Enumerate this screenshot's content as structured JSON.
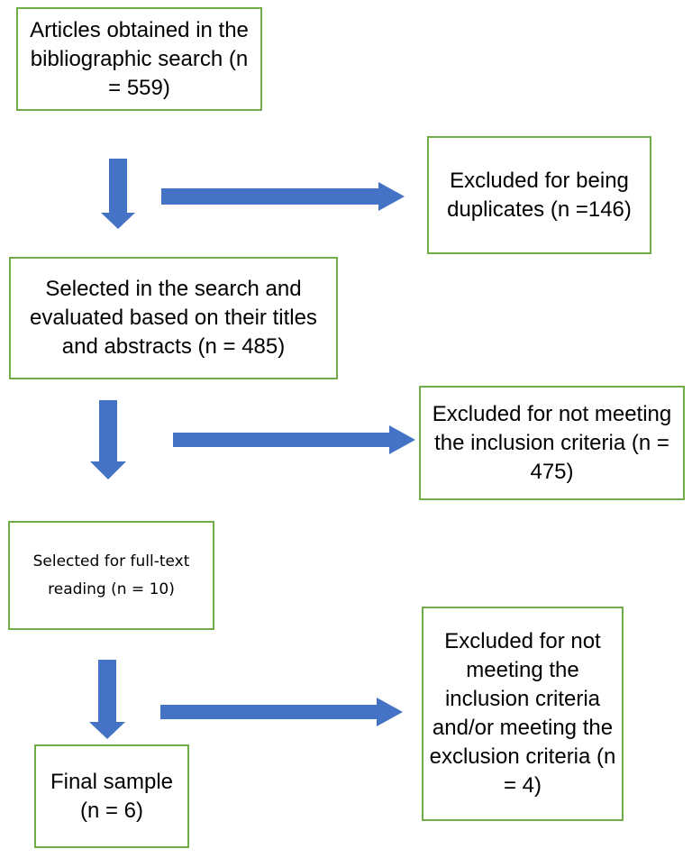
{
  "boxes": {
    "articles_obtained": "Articles obtained in the bibliographic search (n = 559)",
    "excluded_duplicates": "Excluded for being duplicates (n =146)",
    "selected_titles_abstracts": "Selected in the search and evaluated based on their titles and abstracts (n = 485)",
    "excluded_inclusion": "Excluded for not meeting the inclusion criteria (n = 475)",
    "selected_full_text": "Selected for full-text reading (n = 10)",
    "excluded_inclusion_exclusion": "Excluded for not meeting the inclusion criteria and/or meeting the exclusion criteria (n = 4)",
    "final_sample": "Final sample (n = 6)"
  },
  "colors": {
    "box_border": "#70AD47",
    "arrow_fill": "#4472C4"
  }
}
